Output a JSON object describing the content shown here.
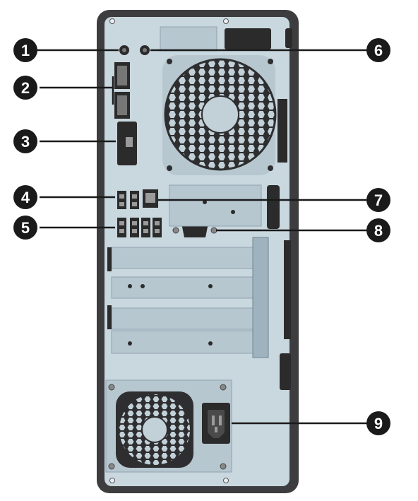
{
  "colors": {
    "case_frame": "#3d3d3f",
    "panel": "#c9d7df",
    "panel_shadow": "#a9bcc6",
    "callout": "#1a1a1a",
    "callout_text": "#ffffff",
    "port_dark": "#2b2b2b",
    "fan_dark": "#2e2e30"
  },
  "callouts": [
    {
      "number": "1",
      "icon": "headphone-audio-jack-icon"
    },
    {
      "number": "2",
      "icon": "displayport-icon"
    },
    {
      "number": "3",
      "icon": "video-optional-port-icon"
    },
    {
      "number": "4",
      "icon": "usb-port-icon"
    },
    {
      "number": "5",
      "icon": "usb-port-icon"
    },
    {
      "number": "6",
      "icon": "line-in-audio-jack-icon"
    },
    {
      "number": "7",
      "icon": "rj45-network-jack-icon"
    },
    {
      "number": "8",
      "icon": "serial-port-icon"
    },
    {
      "number": "9",
      "icon": "power-cord-connector-icon"
    }
  ]
}
